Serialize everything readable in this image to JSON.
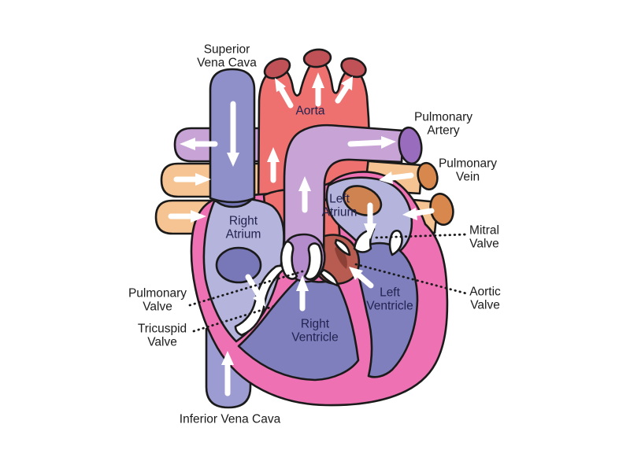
{
  "labels": {
    "superior_vena_cava": "Superior\nVena Cava",
    "aorta": "Aorta",
    "pulmonary_artery": "Pulmonary\nArtery",
    "pulmonary_vein": "Pulmonary\nVein",
    "mitral_valve": "Mitral\nValve",
    "aortic_valve": "Aortic\nValve",
    "right_atrium": "Right\nAtrium",
    "left_atrium": "Left\nAtrium",
    "right_ventricle": "Right\nVentricle",
    "left_ventricle": "Left\nVentricle",
    "pulmonary_valve": "Pulmonary\nValve",
    "tricuspid_valve": "Tricuspid\nValve",
    "inferior_vena_cava": "Inferior Vena Cava"
  },
  "colors": {
    "background": "#ffffff",
    "outline": "#1a1a1a",
    "aorta_red": "#ee7170",
    "aorta_cap": "#c05156",
    "vena_cava_blue": "#8f8fc9",
    "ivc_blue": "#9c9cd2",
    "vessel_opening": "#7474b6",
    "atrium_light": "#b4b4dc",
    "atrium_oval": "#7878b8",
    "ventricle_dark": "#7f7fbe",
    "heart_wall_pink": "#ee72b3",
    "pulmonary_artery_lavender": "#c8a3d6",
    "pa_cap_purple": "#9a6cbd",
    "valve_mouth_purple": "#b58ccb",
    "pulmonary_vein_peach": "#f6c492",
    "pv_cap_orange": "#d8884c",
    "la_opening_orange": "#cf8350",
    "aortic_valve_red": "#b85b51",
    "aortic_valve_maroon": "#8d4136",
    "white": "#ffffff",
    "label_text": "#1b1b1b",
    "chamber_text": "#232350"
  },
  "flow_arrows": [
    "svc-flow-down",
    "ivc-flow-up",
    "left-pulmonary-artery-flow-left",
    "left-pulmonary-vein-flow-right-1",
    "left-pulmonary-vein-flow-right-2",
    "aorta-branch-flow-up-left",
    "aorta-branch-flow-up",
    "aorta-branch-flow-up-right",
    "ascending-aorta-flow-up",
    "pulmonary-trunk-flow-up",
    "right-pulmonary-artery-flow-right",
    "right-pulmonary-vein-flow-left-1",
    "right-pulmonary-vein-flow-left-2",
    "right-atrium-to-ventricle-flow",
    "right-ventricle-to-pulmonary-flow",
    "left-atrium-to-ventricle-flow",
    "left-ventricle-to-aorta-flow"
  ]
}
